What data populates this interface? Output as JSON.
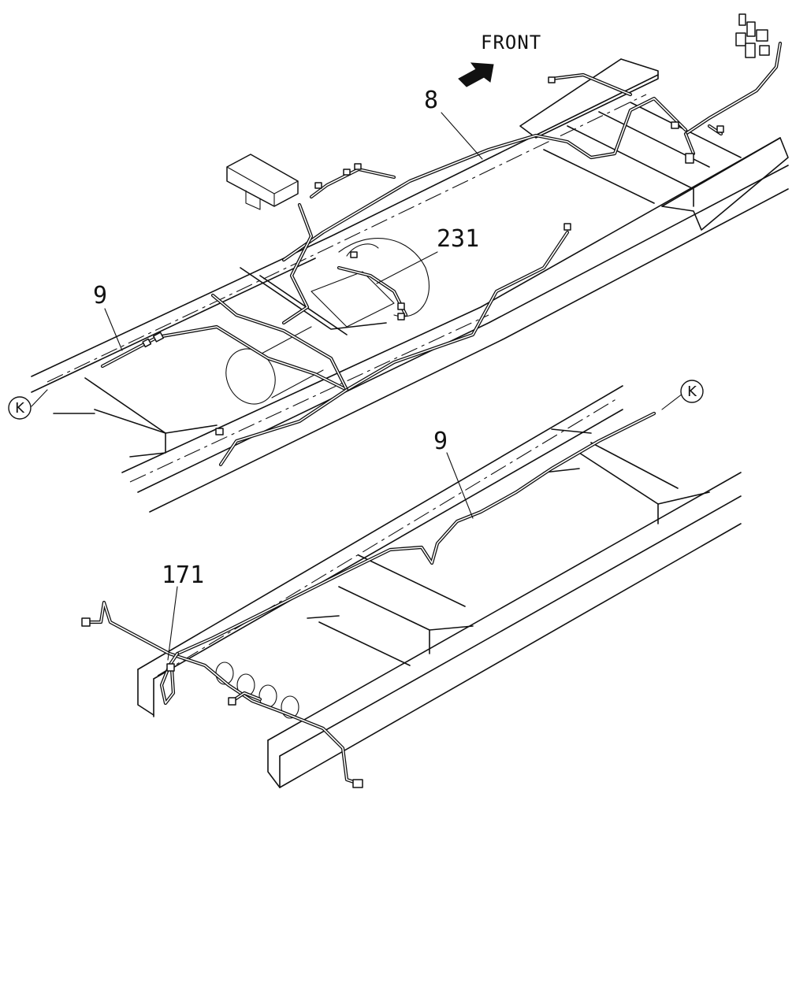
{
  "direction": {
    "label": "FRONT",
    "arrow_icon": "arrow-up-right-icon"
  },
  "callouts": {
    "c8": "8",
    "c231": "231",
    "c9_upper": "9",
    "c9_lower": "9",
    "c171": "171"
  },
  "connectors": {
    "k_left": "K",
    "k_right": "K"
  },
  "colors": {
    "line": "#111111",
    "background": "#ffffff"
  }
}
